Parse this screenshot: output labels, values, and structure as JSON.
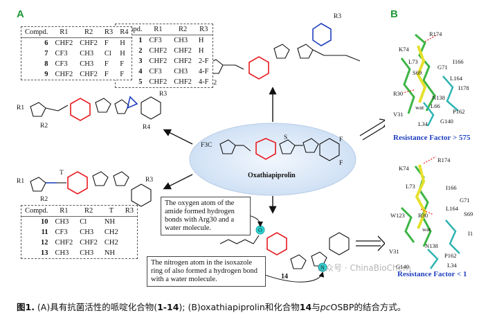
{
  "panels": {
    "a": "A",
    "b": "B"
  },
  "table_top": {
    "headers": [
      "Compd.",
      "R1",
      "R2",
      "R3"
    ],
    "rows": [
      [
        "1",
        "CF3",
        "CH3",
        "H"
      ],
      [
        "2",
        "CHF2",
        "CHF2",
        "H"
      ],
      [
        "3",
        "CHF2",
        "CHF2",
        "2-F"
      ],
      [
        "4",
        "CF3",
        "CH3",
        "4-F"
      ],
      [
        "5",
        "CHF2",
        "CHF2",
        "4-F"
      ]
    ]
  },
  "table_left": {
    "headers": [
      "Compd.",
      "R1",
      "R2",
      "R3",
      "R4"
    ],
    "rows": [
      [
        "6",
        "CHF2",
        "CHF2",
        "F",
        "H"
      ],
      [
        "7",
        "CF3",
        "CH3",
        "Cl",
        "H"
      ],
      [
        "8",
        "CF3",
        "CH3",
        "F",
        "F"
      ],
      [
        "9",
        "CHF2",
        "CHF2",
        "F",
        "F"
      ]
    ]
  },
  "table_bottom": {
    "headers": [
      "Compd.",
      "R1",
      "R2",
      "T",
      "R3"
    ],
    "rows": [
      [
        "10",
        "CH3",
        "Cl",
        "NH"
      ],
      [
        "11",
        "CF3",
        "CH3",
        "CH2"
      ],
      [
        "12",
        "CHF2",
        "CHF2",
        "CH2"
      ],
      [
        "13",
        "CH3",
        "CH3",
        "NH"
      ]
    ]
  },
  "center_label": "Oxathiapiprolin",
  "compound_14": "14",
  "note_oxygen": "The oxygen atom of the amide formed hydrogen bonds with Arg30 and a water molecule.",
  "note_nitrogen": "The nitrogen atom in the isoxazole ring of also formed a hydrogen bond with a water molecule.",
  "struct_labels": {
    "r1": "R1",
    "r2": "R2",
    "r3": "R3",
    "r4": "R4",
    "t": "T",
    "f3c": "F3C",
    "f": "F",
    "n": "N",
    "s": "S",
    "o": "O"
  },
  "panel_b": {
    "top_residues": [
      "R174",
      "K74",
      "L73",
      "I166",
      "S69",
      "G71",
      "L164",
      "R30",
      "N138",
      "I178",
      "L66",
      "P162",
      "V31",
      "G140",
      "L34",
      "wat"
    ],
    "top_factor": "Resistance Factor > 575",
    "bottom_residues": [
      "R174",
      "K74",
      "L73",
      "I166",
      "G71",
      "W123",
      "L164",
      "S69",
      "R30",
      "I1",
      "N138",
      "V31",
      "P162",
      "G140",
      "L34",
      "wat"
    ],
    "bottom_factor": "Resistance Factor < 1"
  },
  "caption": {
    "fig": "图1.",
    "text_a": " (A)具有抗菌活性的哌啶化合物(",
    "range": "1-14",
    "text_b": "); (B)oxathiapiprolin和化合物",
    "c14": "14",
    "text_c": "与",
    "pc": "pc",
    "text_d": "OSBP的结合方式。"
  },
  "watermark": "公众号 · ChinaBioChem",
  "colors": {
    "ring_red": "#e8191e",
    "ring_blue": "#1f3fbf",
    "ellipse": "#cfe0f5",
    "protein_green": "#3cb544",
    "ligand_yellow": "#e6e02e",
    "teal": "#2fb3b3",
    "label_green": "#1f9a3a"
  }
}
